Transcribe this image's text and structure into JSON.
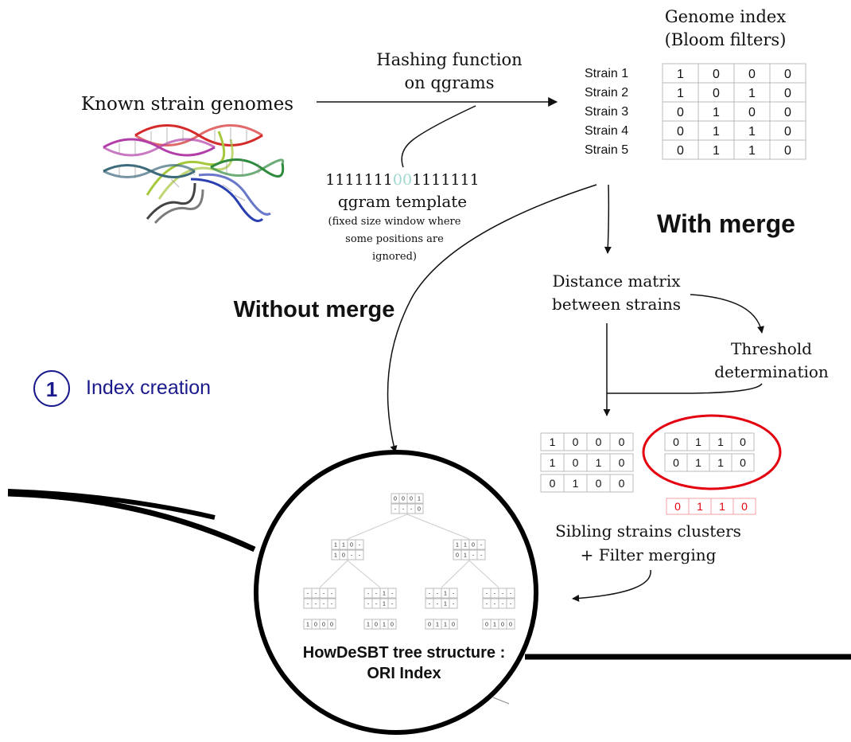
{
  "colors": {
    "ink": "#111111",
    "accent_blue": "#1a1a8c",
    "highlight_teal": "#9fd8d0",
    "merge_red": "#e3000f"
  },
  "labels": {
    "known_strains": "Known strain genomes",
    "hashing_line1": "Hashing function",
    "hashing_line2": "on qgrams",
    "genome_index_line1": "Genome index",
    "genome_index_line2": "(Bloom filters)",
    "template_prefix": "1111111",
    "template_mid": "00",
    "template_suffix": "1111111",
    "qgram_template": "qgram template",
    "template_note_line1": "(fixed size window where",
    "template_note_line2": "some positions are",
    "template_note_line3": "ignored)",
    "with_merge": "With merge",
    "without_merge": "Without merge",
    "distance_line1": "Distance matrix",
    "distance_line2": "between strains",
    "threshold_line1": "Threshold",
    "threshold_line2": "determination",
    "step_number": "1",
    "step_label": "Index creation",
    "sibling_line1": "Sibling strains clusters",
    "sibling_line2": "+ Filter merging",
    "howdesbt_line1": "HowDeSBT tree structure :",
    "howdesbt_line2": "ORI Index"
  },
  "genome_index": {
    "strains": [
      "Strain 1",
      "Strain 2",
      "Strain 3",
      "Strain 4",
      "Strain 5"
    ],
    "bits": [
      [
        "1",
        "0",
        "0",
        "0"
      ],
      [
        "1",
        "0",
        "1",
        "0"
      ],
      [
        "0",
        "1",
        "0",
        "0"
      ],
      [
        "0",
        "1",
        "1",
        "0"
      ],
      [
        "0",
        "1",
        "1",
        "0"
      ]
    ]
  },
  "clusters": {
    "left_rows": [
      [
        "1",
        "0",
        "0",
        "0"
      ],
      [
        "1",
        "0",
        "1",
        "0"
      ],
      [
        "0",
        "1",
        "0",
        "0"
      ]
    ],
    "circled_rows": [
      [
        "0",
        "1",
        "1",
        "0"
      ],
      [
        "0",
        "1",
        "1",
        "0"
      ]
    ],
    "merged_row": [
      "0",
      "1",
      "1",
      "0"
    ]
  },
  "tree": {
    "root": [
      [
        "0",
        "0",
        "0",
        "1"
      ],
      [
        "-",
        "-",
        "-",
        "0"
      ]
    ],
    "mid_left": [
      [
        "1",
        "1",
        "0",
        "-"
      ],
      [
        "1",
        "0",
        "-",
        "-"
      ]
    ],
    "mid_right": [
      [
        "1",
        "1",
        "0",
        "-"
      ],
      [
        "0",
        "1",
        "-",
        "-"
      ]
    ],
    "low": [
      [
        [
          "-",
          "-",
          "-",
          "-"
        ],
        [
          "-",
          "-",
          "-",
          "-"
        ]
      ],
      [
        [
          "-",
          "-",
          "1",
          "-"
        ],
        [
          "-",
          "-",
          "1",
          "-"
        ]
      ],
      [
        [
          "-",
          "-",
          "1",
          "-"
        ],
        [
          "-",
          "-",
          "1",
          "-"
        ]
      ],
      [
        [
          "-",
          "-",
          "-",
          "-"
        ],
        [
          "-",
          "-",
          "-",
          "-"
        ]
      ]
    ],
    "leaves": [
      [
        "1",
        "0",
        "0",
        "0"
      ],
      [
        "1",
        "0",
        "1",
        "0"
      ],
      [
        "0",
        "1",
        "1",
        "0"
      ],
      [
        "0",
        "1",
        "0",
        "0"
      ]
    ]
  }
}
